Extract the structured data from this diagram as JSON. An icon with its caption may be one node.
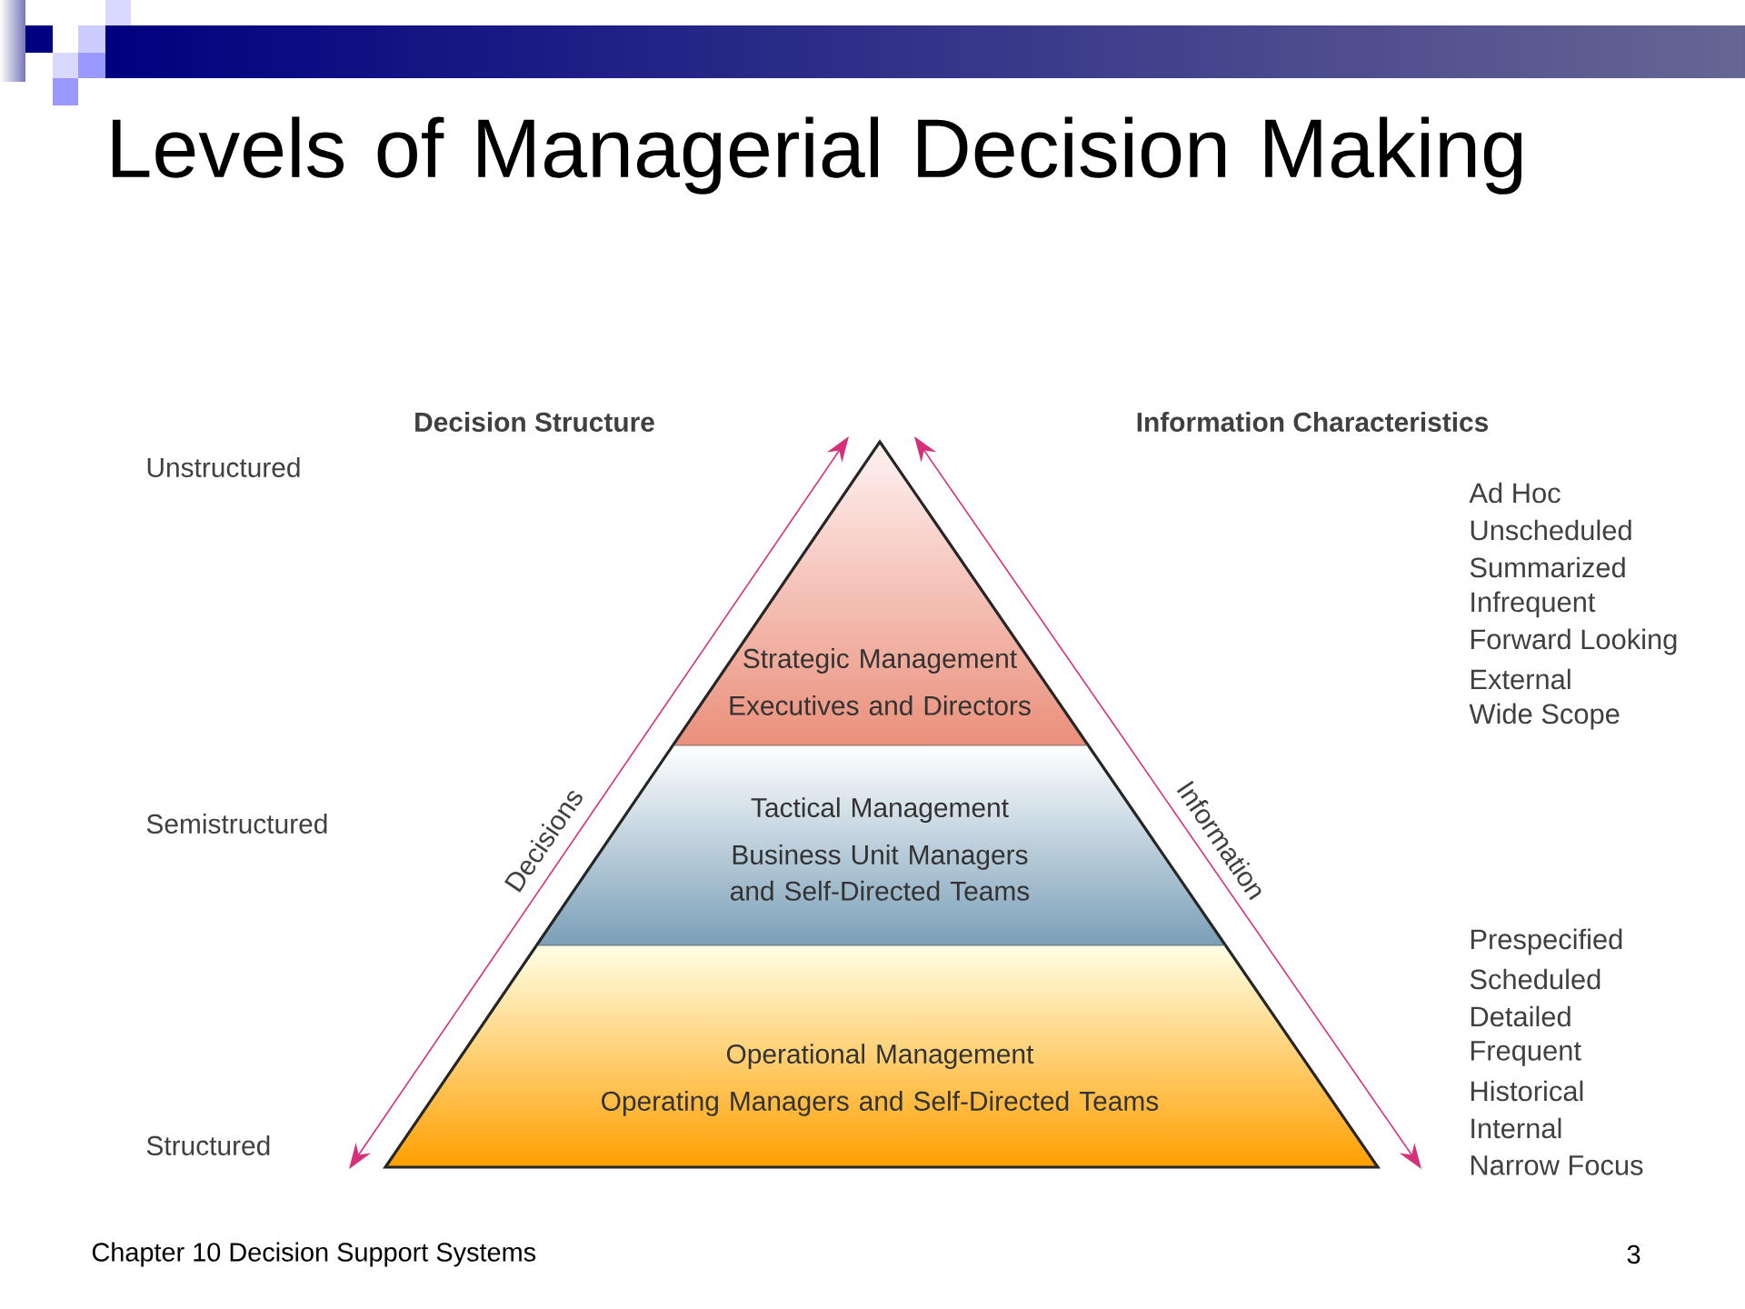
{
  "diagram": {
    "title": "Levels of Managerial Decision Making",
    "nodes": [
      {
        "text": [
          "Strategic Management",
          "Executives and Directors"
        ]
      },
      {
        "text": [
          "Tactical Management",
          "Business Unit Managers and Self-Directed Teams"
        ]
      },
      {
        "text": [
          "Operational Management",
          "Operating Managers and Self-Directed Teams"
        ]
      }
    ],
    "edges": [],
    "labels": [
      "Decision Structure",
      "Information Characteristics",
      "Unstructured",
      "Ad Hoc",
      "Unscheduled",
      "Summarized",
      "Infrequent",
      "Forward Looking",
      "External",
      "Wide Scope",
      "Semistructured",
      "Decisions",
      "Information",
      "Prespecified",
      "Scheduled",
      "Detailed",
      "Frequent",
      "Historical",
      "Internal",
      "Narrow Focus",
      "Structured",
      "Chapter 10 Decision Support Systems",
      "3"
    ]
  }
}
